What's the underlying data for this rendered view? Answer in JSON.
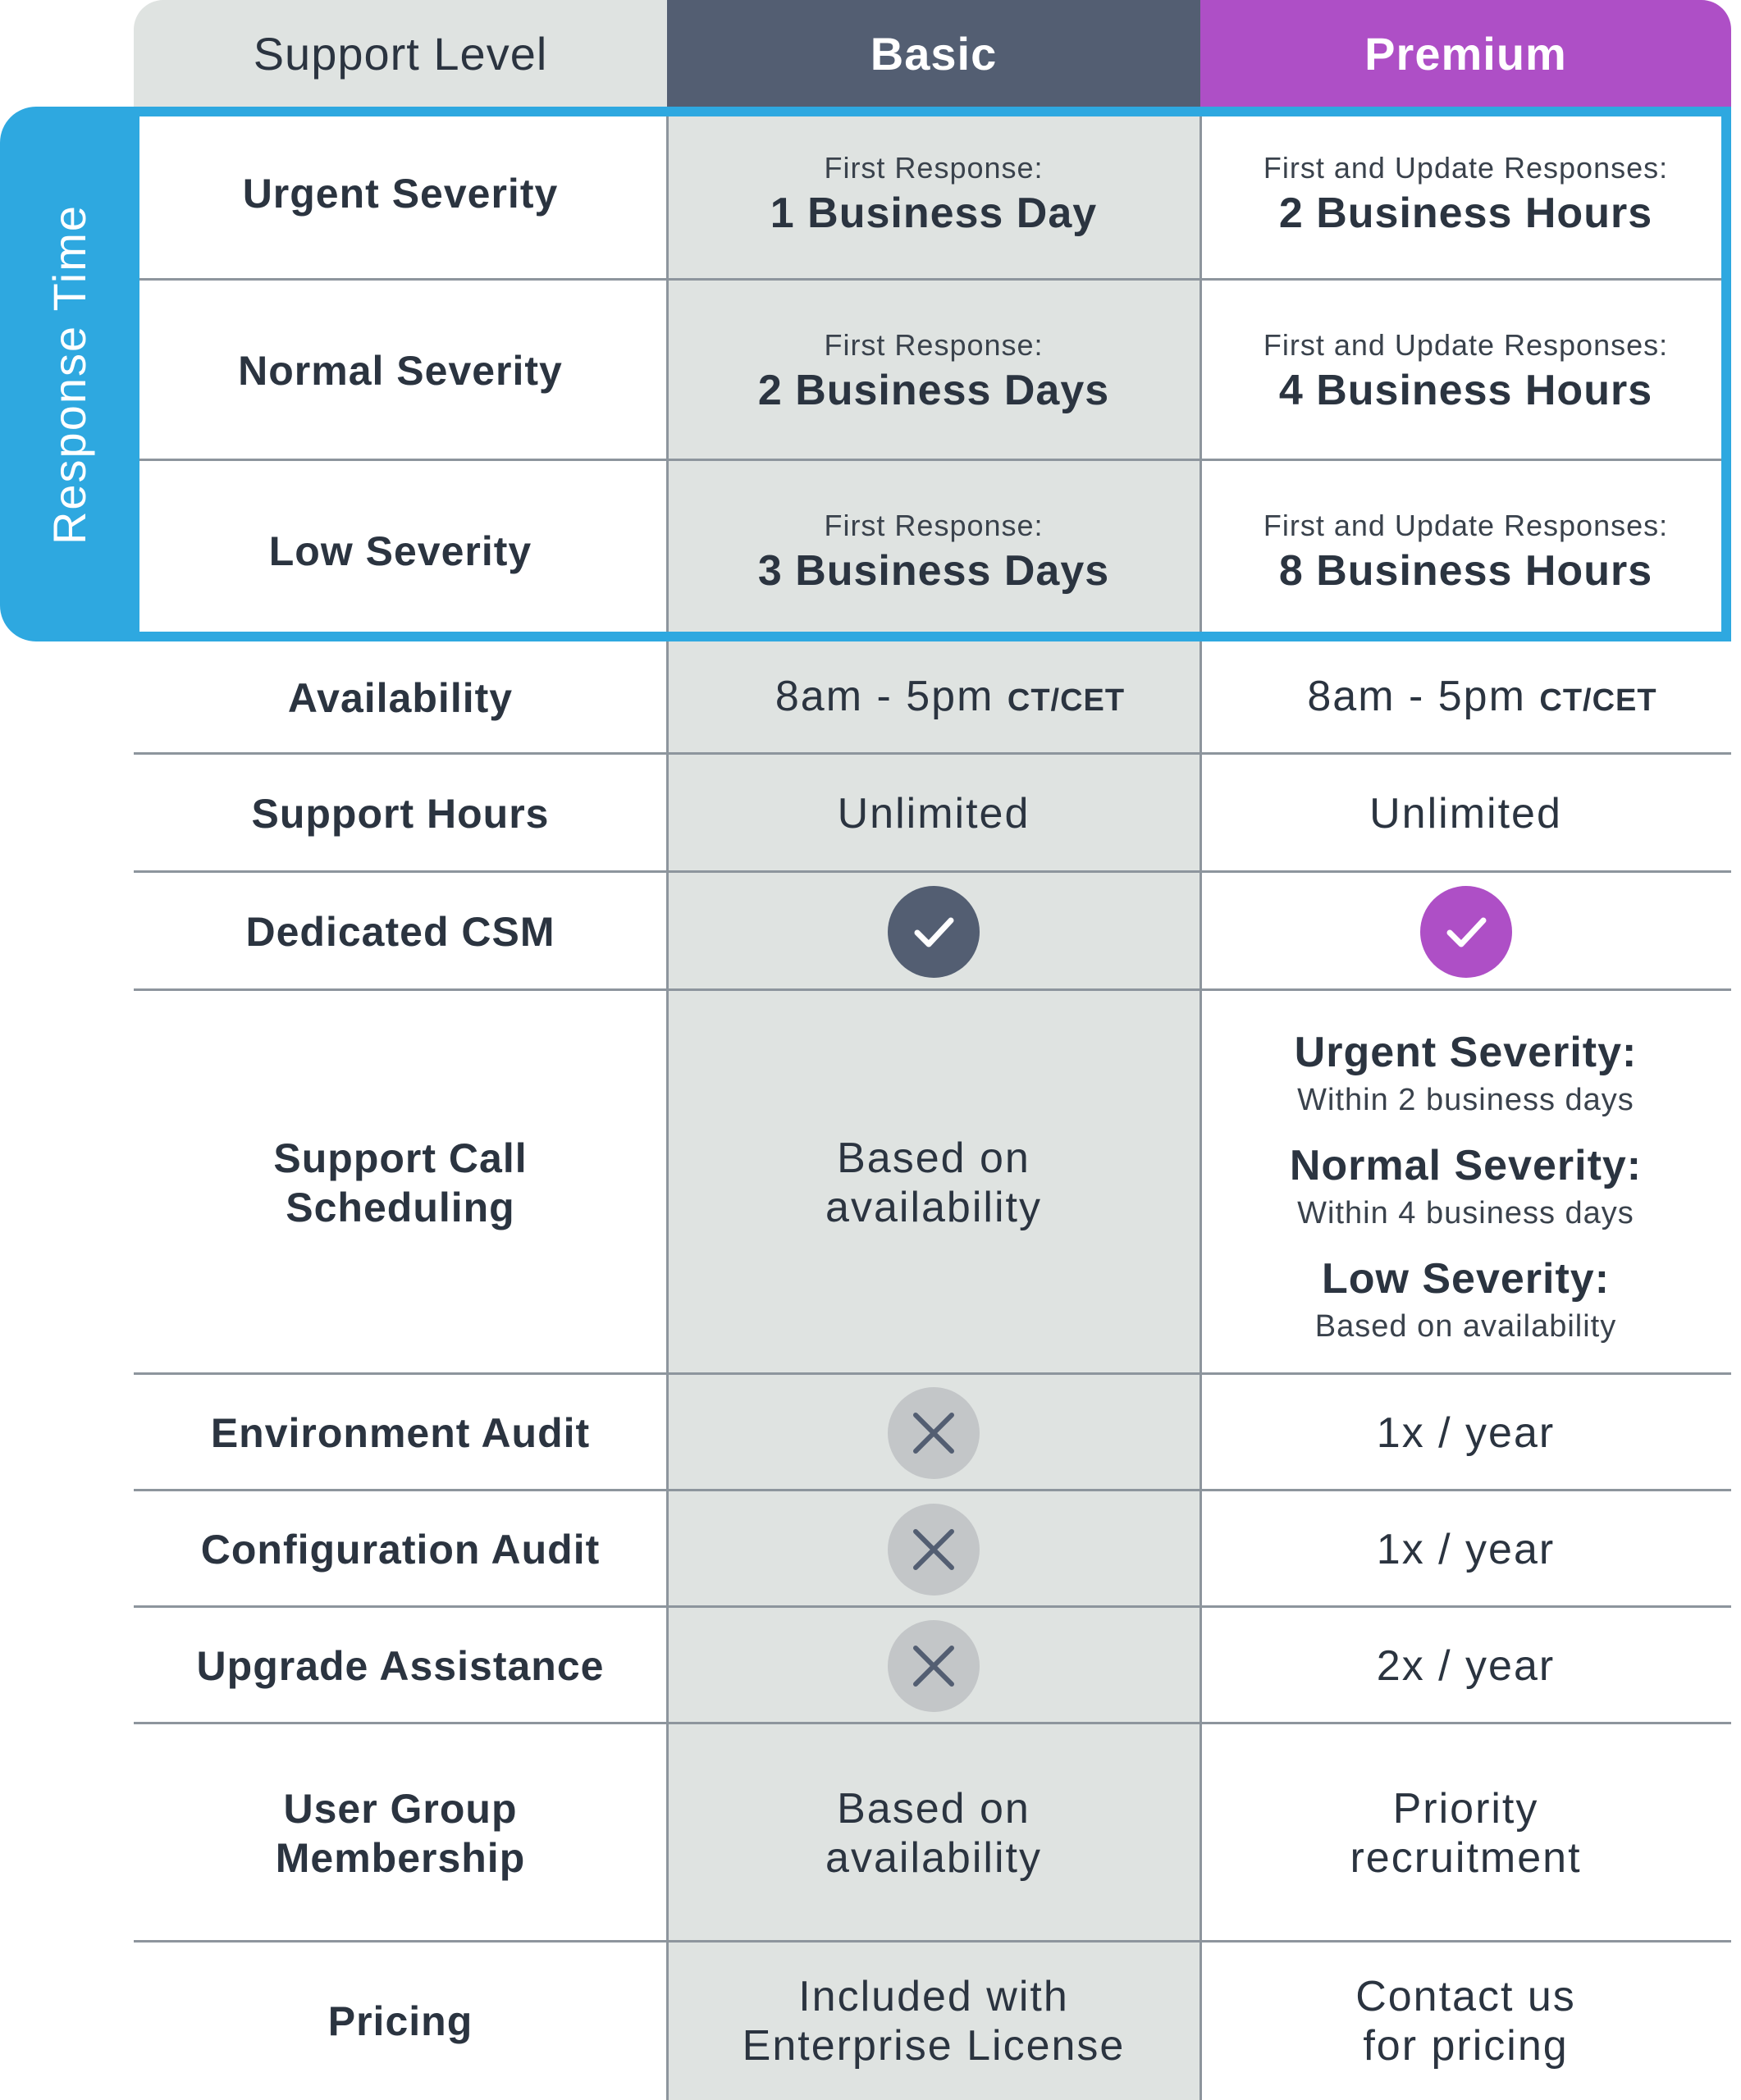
{
  "header": {
    "label": "Support Level",
    "basic": "Basic",
    "premium": "Premium"
  },
  "side_label": "Response Time",
  "response_rows": [
    {
      "label": "Urgent Severity",
      "basic_small": "First Response:",
      "basic_big": "1 Business Day",
      "premium_small": "First and Update Responses:",
      "premium_big": "2 Business Hours"
    },
    {
      "label": "Normal Severity",
      "basic_small": "First Response:",
      "basic_big": "2 Business Days",
      "premium_small": "First and Update Responses:",
      "premium_big": "4 Business Hours"
    },
    {
      "label": "Low Severity",
      "basic_small": "First Response:",
      "basic_big": "3 Business Days",
      "premium_small": "First and Update Responses:",
      "premium_big": "8 Business Hours"
    }
  ],
  "availability": {
    "label": "Availability",
    "basic_time": "8am - 5pm",
    "basic_unit": "CT/CET",
    "premium_time": "8am - 5pm",
    "premium_unit": "CT/CET"
  },
  "support_hours": {
    "label": "Support Hours",
    "basic": "Unlimited",
    "premium": "Unlimited"
  },
  "dedicated_csm": {
    "label": "Dedicated CSM",
    "basic_icon": "check-icon",
    "premium_icon": "check-icon"
  },
  "support_call": {
    "label_line1": "Support Call",
    "label_line2": "Scheduling",
    "basic_line1": "Based on",
    "basic_line2": "availability",
    "premium": [
      {
        "heading": "Urgent Severity:",
        "detail": "Within 2 business days"
      },
      {
        "heading": "Normal Severity:",
        "detail": "Within 4 business days"
      },
      {
        "heading": "Low Severity:",
        "detail": "Based on availability"
      }
    ]
  },
  "audits": [
    {
      "label": "Environment Audit",
      "basic_icon": "x-icon",
      "premium": "1x / year"
    },
    {
      "label": "Configuration Audit",
      "basic_icon": "x-icon",
      "premium": "1x / year"
    },
    {
      "label": "Upgrade Assistance",
      "basic_icon": "x-icon",
      "premium": "2x / year"
    }
  ],
  "user_group": {
    "label_line1": "User Group",
    "label_line2": "Membership",
    "basic_line1": "Based on",
    "basic_line2": "availability",
    "premium_line1": "Priority",
    "premium_line2": "recruitment"
  },
  "pricing": {
    "label": "Pricing",
    "basic_line1": "Included with",
    "basic_line2": "Enterprise License",
    "premium_line1": "Contact us",
    "premium_line2": "for pricing"
  },
  "colors": {
    "basic": "#535e72",
    "premium": "#ae4fc6",
    "response_band": "#2ea8e0",
    "basic_column": "#dfe3e1",
    "x_circle": "#c3c6c8"
  }
}
